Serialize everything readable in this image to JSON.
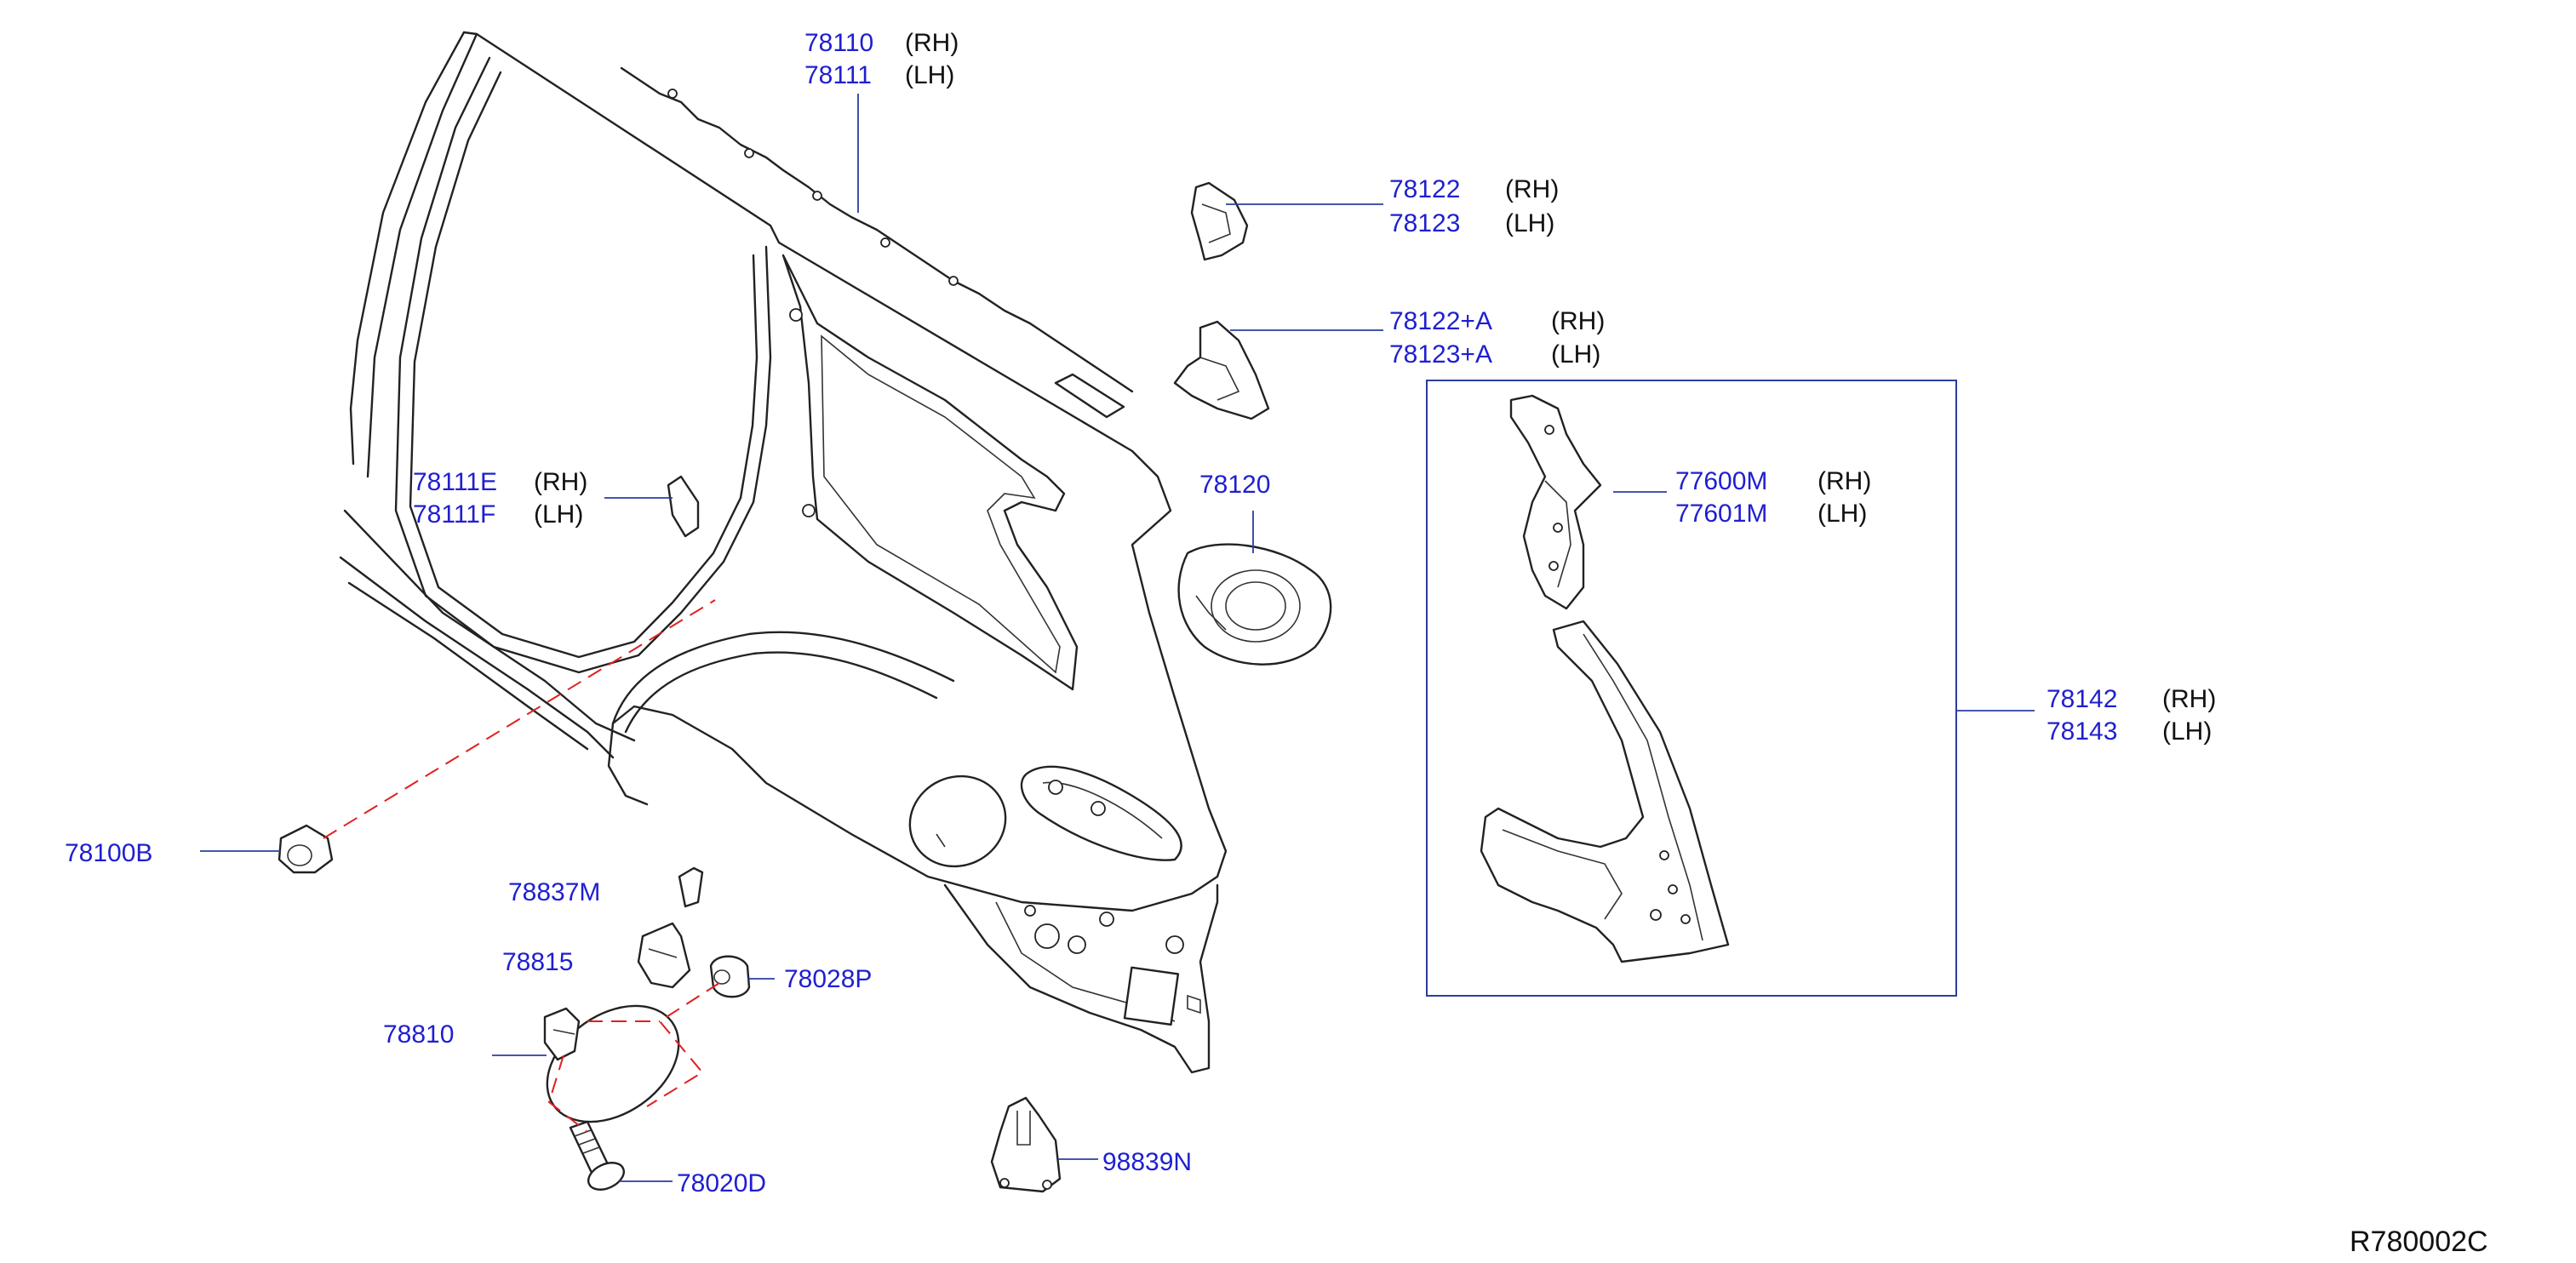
{
  "diagram_code": "R780002C",
  "callouts": [
    {
      "id": "c1",
      "part": "78110",
      "side": "(RH)"
    },
    {
      "id": "c2",
      "part": "78111",
      "side": "(LH)"
    },
    {
      "id": "c3",
      "part": "78122",
      "side": "(RH)"
    },
    {
      "id": "c4",
      "part": "78123",
      "side": "(LH)"
    },
    {
      "id": "c5",
      "part": "78122+A",
      "side": "(RH)"
    },
    {
      "id": "c6",
      "part": "78123+A",
      "side": "(LH)"
    },
    {
      "id": "c7",
      "part": "78111E",
      "side": "(RH)"
    },
    {
      "id": "c8",
      "part": "78111F",
      "side": "(LH)"
    },
    {
      "id": "c9",
      "part": "78120",
      "side": ""
    },
    {
      "id": "c10",
      "part": "77600M",
      "side": "(RH)"
    },
    {
      "id": "c11",
      "part": "77601M",
      "side": "(LH)"
    },
    {
      "id": "c12",
      "part": "78142",
      "side": "(RH)"
    },
    {
      "id": "c13",
      "part": "78143",
      "side": "(LH)"
    },
    {
      "id": "c14",
      "part": "78100B",
      "side": ""
    },
    {
      "id": "c15",
      "part": "78837M",
      "side": ""
    },
    {
      "id": "c16",
      "part": "78815",
      "side": ""
    },
    {
      "id": "c17",
      "part": "78028P",
      "side": ""
    },
    {
      "id": "c18",
      "part": "78810",
      "side": ""
    },
    {
      "id": "c19",
      "part": "78020D",
      "side": ""
    },
    {
      "id": "c20",
      "part": "98839N",
      "side": ""
    }
  ]
}
